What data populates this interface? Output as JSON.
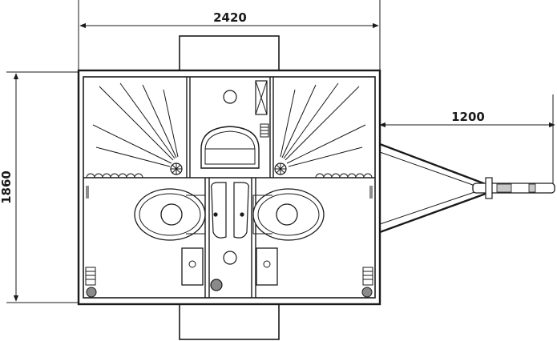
{
  "dimensions": {
    "width_label": "2420",
    "depth_label": "1860",
    "drawbar_label": "1200"
  },
  "colors": {
    "line": "#1a1a1a",
    "background": "#ffffff",
    "drain_fill": "#8a8a8a",
    "hitch_fill": "#c8c8c8"
  }
}
